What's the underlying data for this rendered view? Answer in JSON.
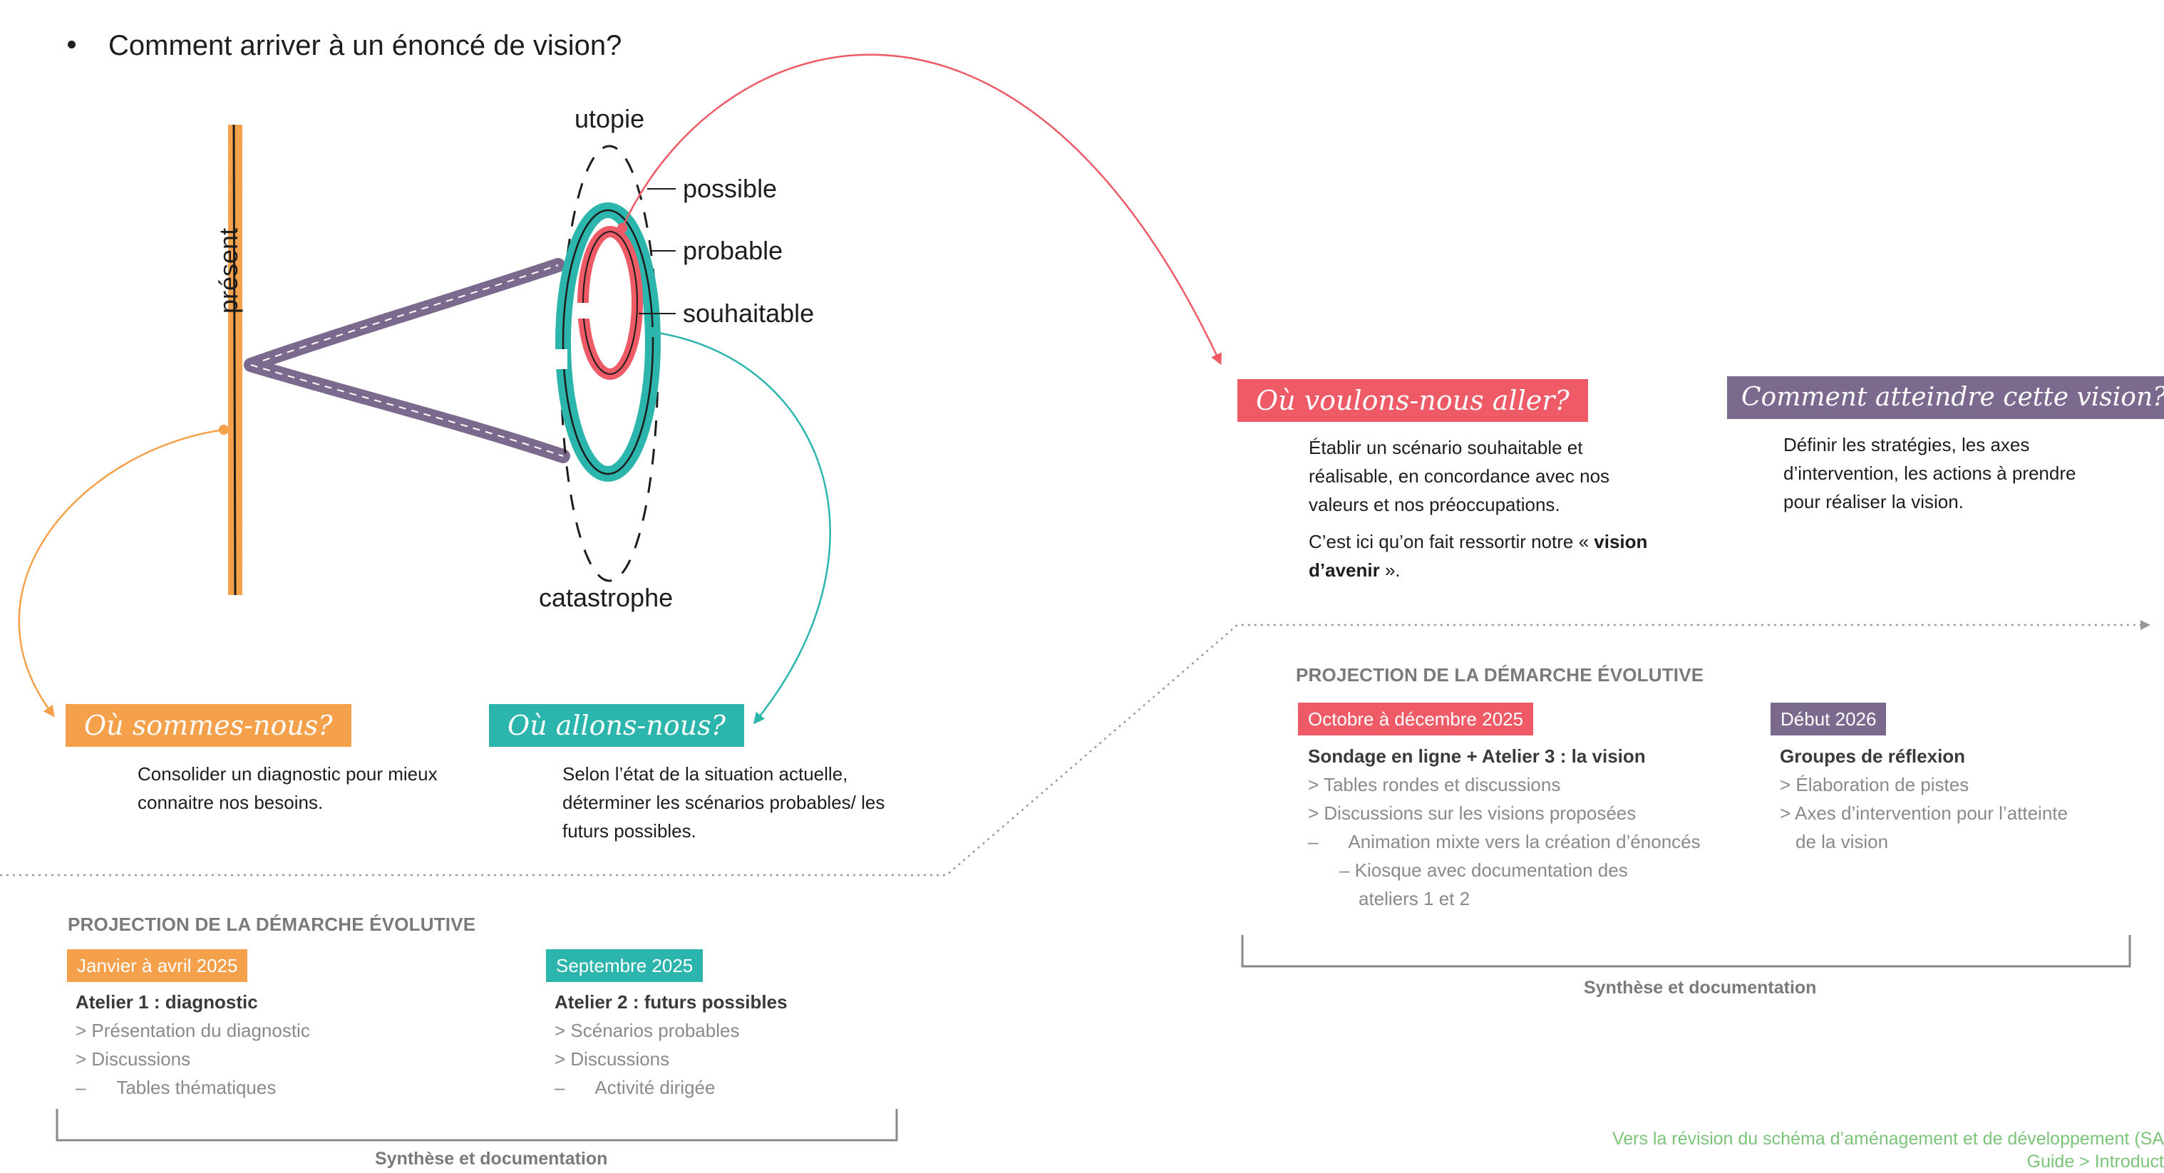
{
  "heading": "Comment arriver à un énoncé de vision?",
  "diagram": {
    "present": "présent",
    "utopie": "utopie",
    "possible": "possible",
    "probable": "probable",
    "souhaitable": "souhaitable",
    "catastrophe": "catastrophe"
  },
  "colors": {
    "orange": "#f5a04a",
    "teal": "#2bb5ad",
    "red": "#ee5b66",
    "purple": "#7b6a8e",
    "green": "#7cc47a"
  },
  "stages": {
    "sommes": {
      "title": "Où sommes-nous?",
      "text": "Consolider un diagnostic pour mieux connaitre nos besoins."
    },
    "allons": {
      "title": "Où allons-nous?",
      "text": "Selon l’état de la situation actuelle, déterminer les scénarios probables/ les futurs possibles."
    },
    "voulons": {
      "title": "Où voulons-nous aller?",
      "text1": "Établir un scénario souhaitable et réalisable, en concordance avec nos valeurs et nos préoccupations.",
      "text2a": "C’est ici qu’on fait ressortir notre « ",
      "text2b": "vision d’avenir",
      "text2c": " »."
    },
    "atteindre": {
      "title": "Comment atteindre cette vision?",
      "text": "Définir les stratégies, les axes d’intervention, les actions à prendre pour réaliser la vision."
    }
  },
  "projection_left": {
    "heading": "PROJECTION DE LA DÉMARCHE ÉVOLUTIVE",
    "col1": {
      "chip": "Janvier à avril 2025",
      "title": "Atelier 1 : diagnostic",
      "items": [
        "> Présentation du diagnostic",
        "> Discussions",
        "–      Tables thématiques"
      ]
    },
    "col2": {
      "chip": "Septembre 2025",
      "title": "Atelier 2 : futurs possibles",
      "items": [
        "> Scénarios probables",
        "> Discussions",
        "–      Activité dirigée"
      ]
    },
    "synthesis": "Synthèse et documentation"
  },
  "projection_right": {
    "heading": "PROJECTION DE LA DÉMARCHE ÉVOLUTIVE",
    "col1": {
      "chip": "Octobre à décembre 2025",
      "title": "Sondage en ligne + Atelier 3 : la vision",
      "items": [
        "> Tables rondes et discussions",
        "> Discussions sur les visions proposées",
        "–      Animation mixte vers la création d’énoncés",
        "– Kiosque avec documentation des",
        "ateliers 1 et 2"
      ]
    },
    "col2": {
      "chip": "Début 2026",
      "title": "Groupes de réflexion",
      "items": [
        "> Élaboration de pistes",
        "> Axes d’intervention pour l’atteinte",
        "de la vision"
      ]
    },
    "synthesis": "Synthèse et documentation"
  },
  "footer": {
    "line1": "Vers la révision du schéma d’aménagement et de développement (SA",
    "line2": "Guide > Introduct"
  }
}
